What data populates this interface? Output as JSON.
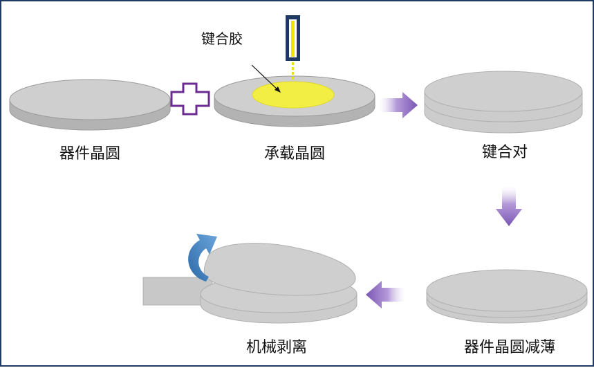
{
  "labels": {
    "device_wafer": "器件晶圆",
    "carrier_wafer": "承载晶圆",
    "bonded_pair": "键合对",
    "device_thinning": "器件晶圆减薄",
    "mechanical_debond": "机械剥离",
    "adhesive": "键合胶"
  },
  "colors": {
    "wafer_top": "#cfcfcf",
    "wafer_edge": "#b3b3b3",
    "wafer_outline": "#9a9a9a",
    "adhesive": "#f2ee44",
    "plus_outline": "#6a2c91",
    "arrow_purple": "#7b56b4",
    "curved_arrow": "#3f7fbf",
    "dispenser_frame": "#1f3864",
    "dispenser_fill": "#f2e200",
    "border": "#1f3864"
  },
  "icons": [
    "plus-icon",
    "right-arrow-icon",
    "down-arrow-icon",
    "left-arrow-icon",
    "curved-arrow-icon",
    "dispenser-icon"
  ]
}
